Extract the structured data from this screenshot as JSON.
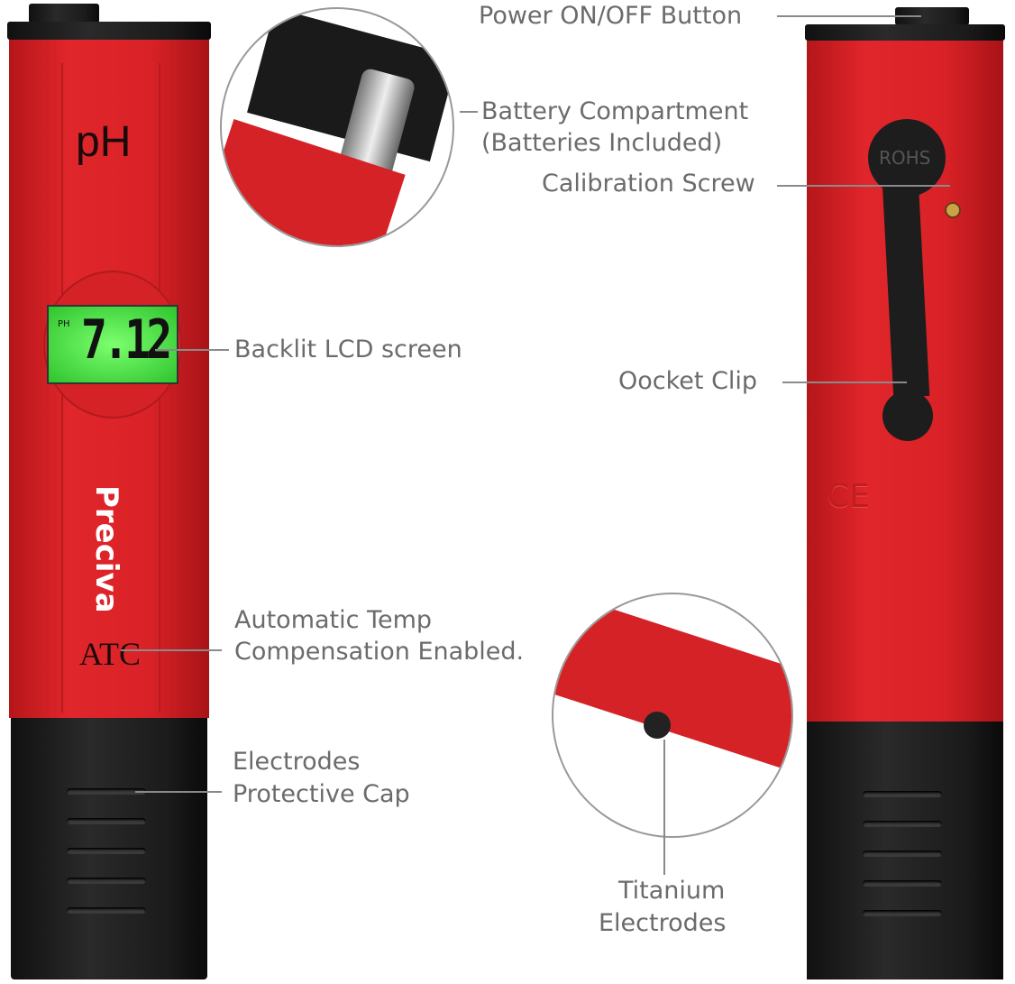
{
  "left_meter": {
    "ph_label": "pH",
    "lcd": {
      "unit": "PH",
      "reading": "7.12"
    },
    "brand": "Preciva",
    "atc_label": "ATC"
  },
  "right_meter": {
    "rohs_label": "ROHS",
    "ce_mark": "CE"
  },
  "annotations": {
    "power": "Power ON/OFF Button",
    "battery_line1": "Battery Compartment",
    "battery_line2": "(Batteries Included)",
    "calibration": "Calibration Screw",
    "lcd": "Backlit LCD screen",
    "clip": "Oocket Clip",
    "atc_line1": "Automatic Temp",
    "atc_line2": "Compensation Enabled.",
    "cap_line1": "Electrodes",
    "cap_line2": "Protective Cap",
    "electrodes_line1": "Titanium",
    "electrodes_line2": "Electrodes"
  },
  "colors": {
    "body_red": "#d92227",
    "cap_black": "#1b1b1b",
    "lcd_green": "#3cd23c",
    "label_gray": "#6b6b6b"
  }
}
